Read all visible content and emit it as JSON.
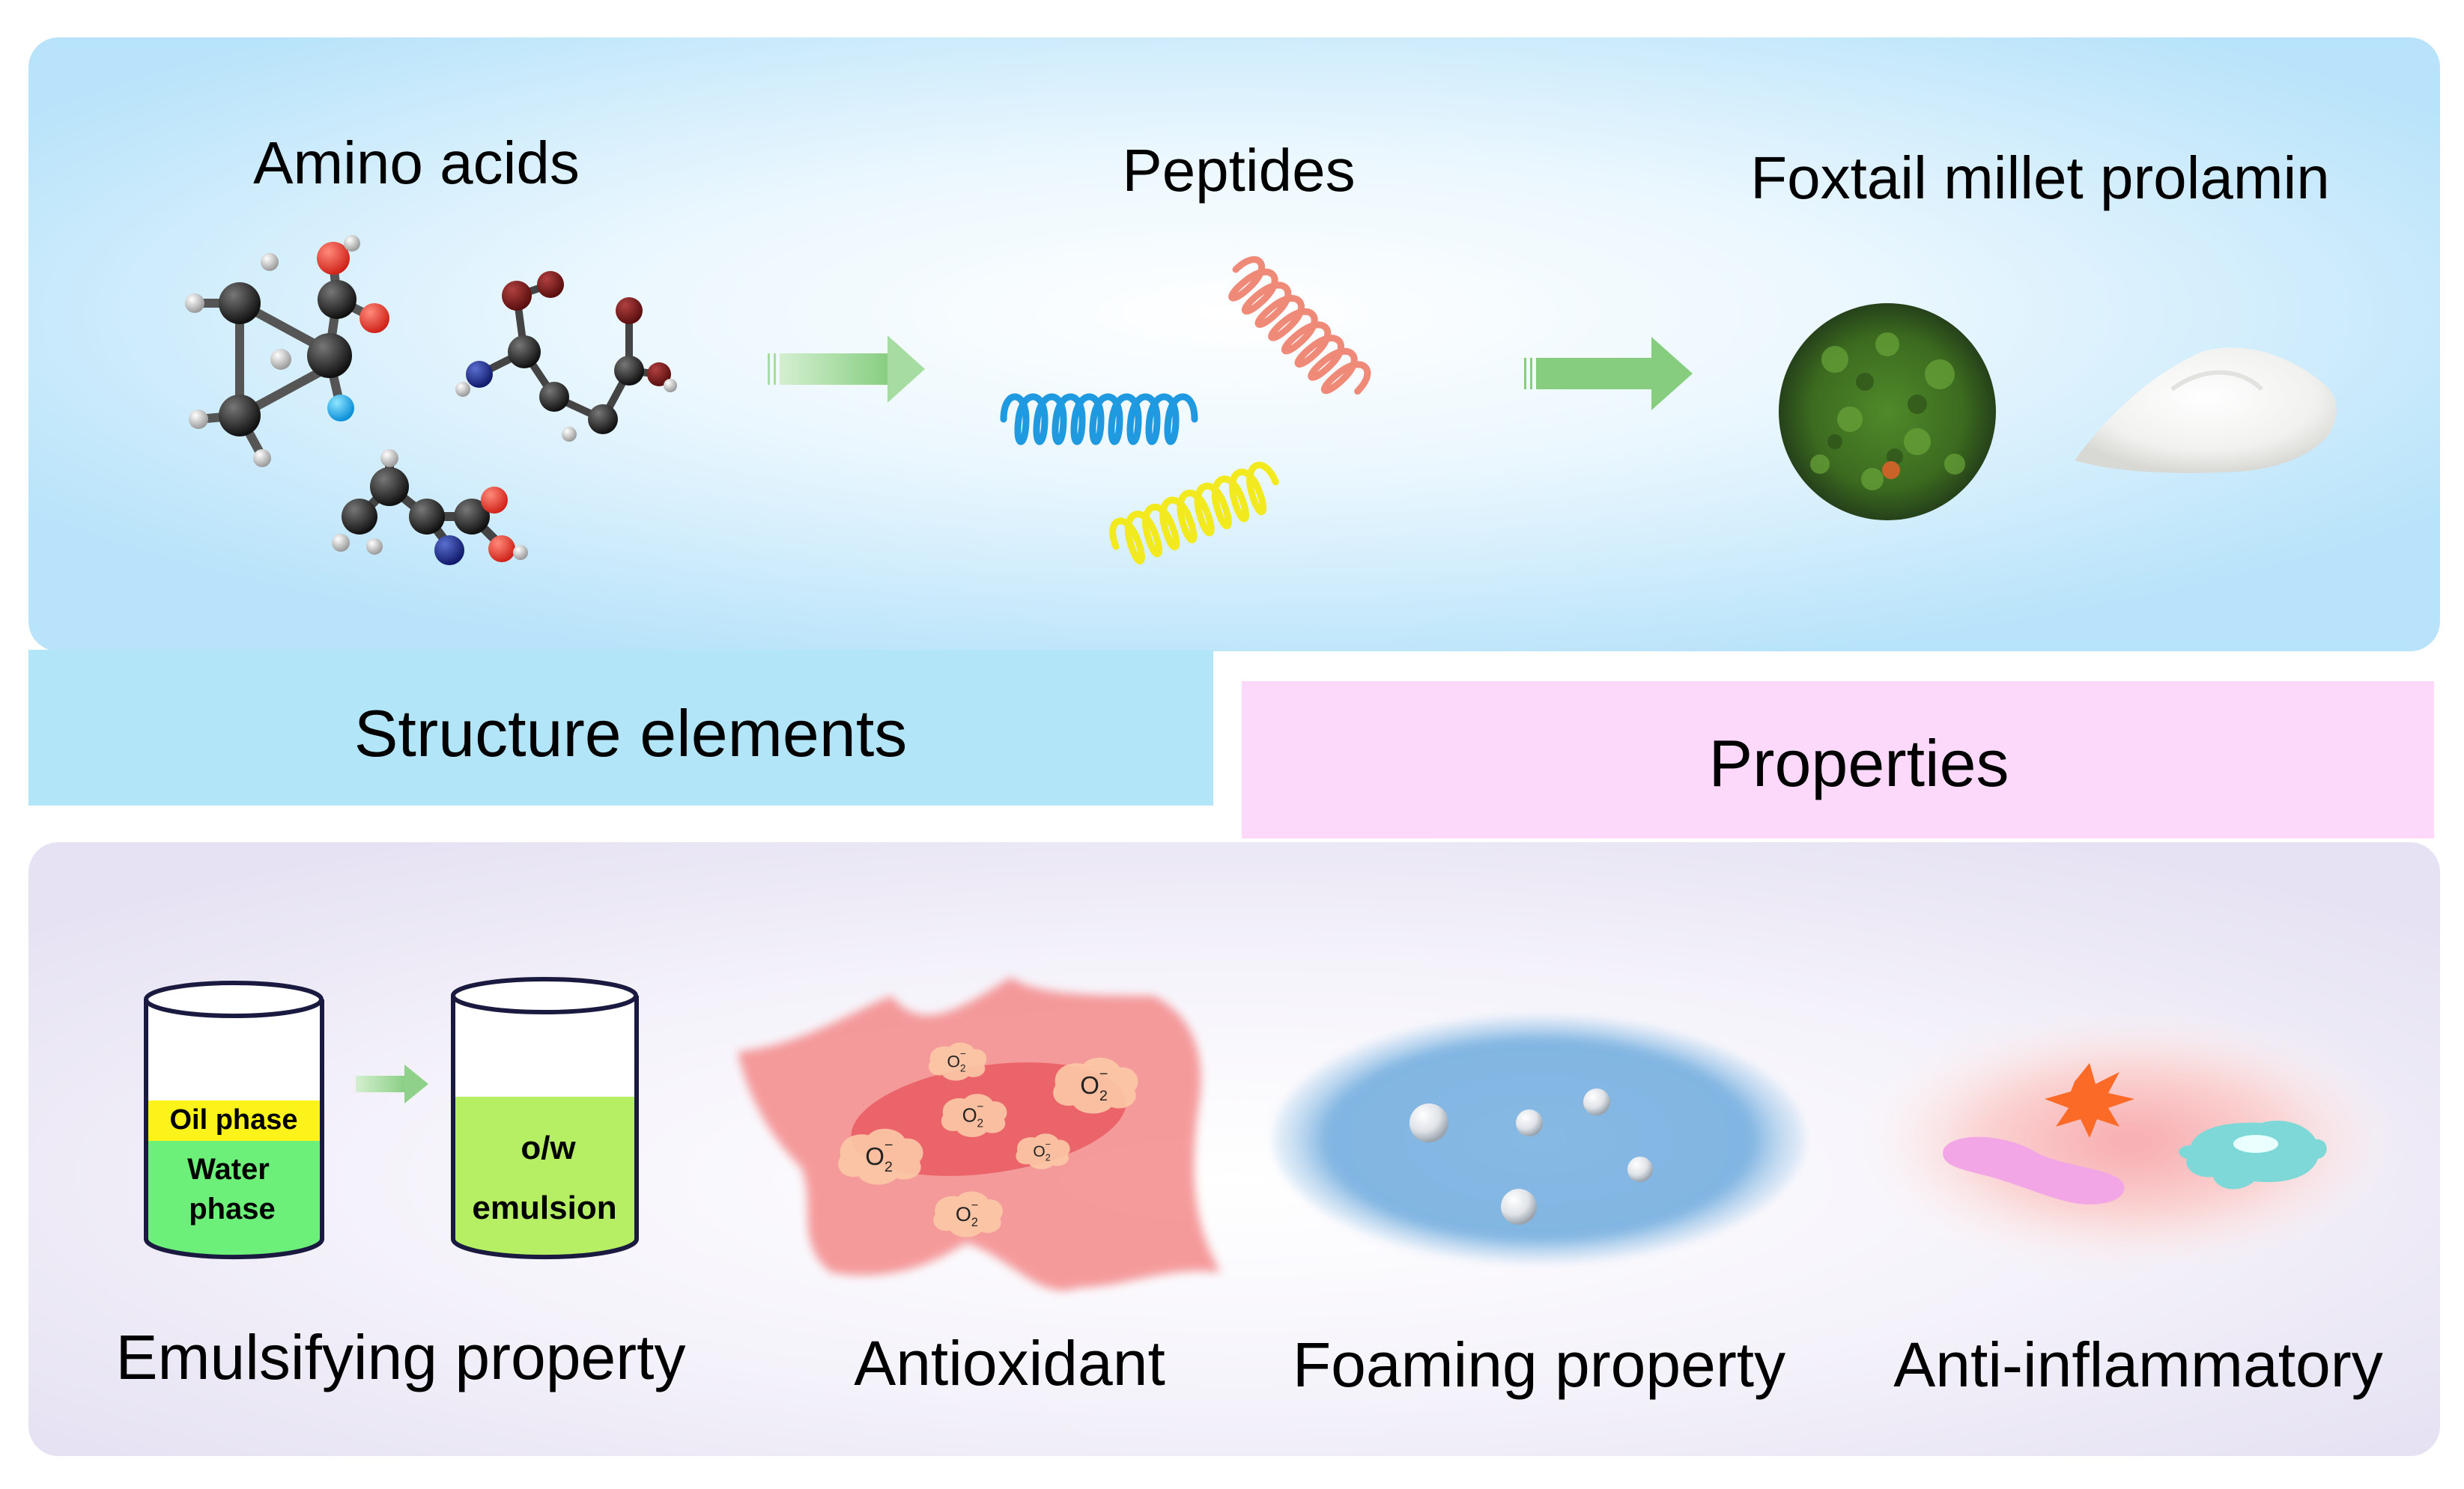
{
  "top_row": {
    "amino_acids": "Amino acids",
    "peptides": "Peptides",
    "prolamin": "Foxtail millet prolamin"
  },
  "bands": {
    "structure": "Structure elements",
    "properties": "Properties"
  },
  "emulsion": {
    "oil_phase": "Oil phase",
    "water_line1": "Water",
    "water_line2": "phase",
    "ow_line1": "o/w",
    "ow_line2": "emulsion"
  },
  "radicals": {
    "o2": "O",
    "sub": "2",
    "sup": "−"
  },
  "properties": {
    "emulsifying": "Emulsifying property",
    "antioxidant": "Antioxidant",
    "foaming": "Foaming property",
    "anti_inflammatory": "Anti-inflammatory"
  },
  "colors": {
    "top_panel": "#bfe6fb",
    "bottom_panel": "#ece9f6",
    "structure_band": "#b3e5f8",
    "properties_band": "#fcd9fa",
    "arrow": "#8fd18a",
    "peptide_blue": "#1f9ae0",
    "peptide_red": "#f08a78",
    "peptide_yellow": "#f2ea1e",
    "oil": "#fbf31a",
    "water": "#6df07a",
    "emulsion": "#b6ef63"
  }
}
